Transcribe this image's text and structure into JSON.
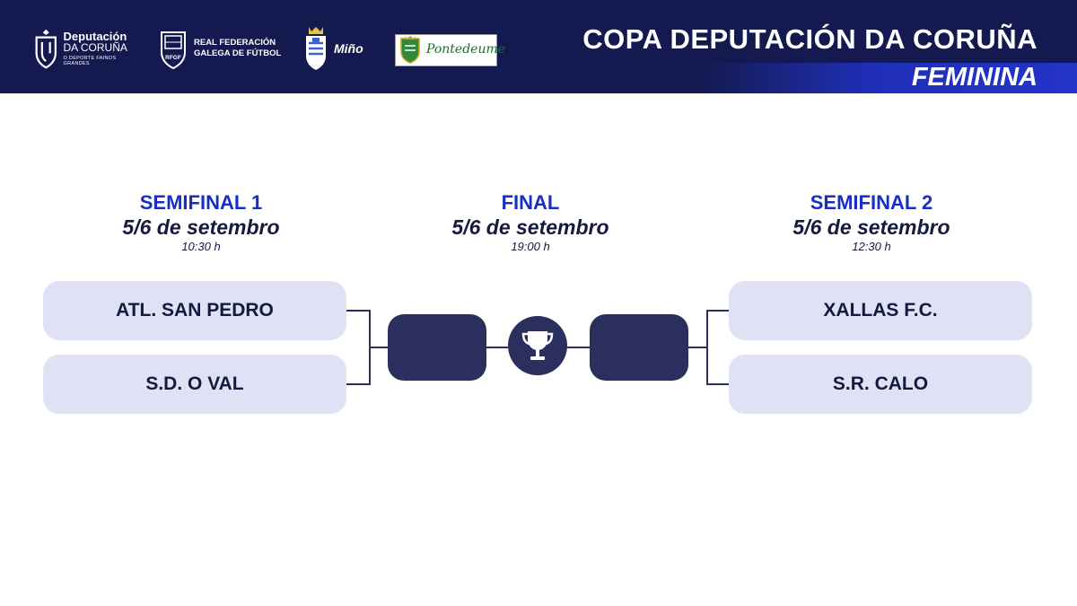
{
  "header": {
    "title": "COPA DEPUTACIÓN DA CORUÑA",
    "subtitle": "FEMININA",
    "logos": {
      "deputacion": {
        "line1": "Deputación",
        "line2": "DA CORUÑA",
        "tagline": "O DEPORTE FAINOS GRANDES"
      },
      "rfgf": {
        "badge": "RFGF",
        "line1": "REAL FEDERACIÓN",
        "line2": "GALEGA DE FÚTBOL"
      },
      "mino": {
        "word": "Miño"
      },
      "pontedeume": {
        "word": "Pontedeume"
      }
    }
  },
  "semifinal1": {
    "stage": "SEMIFINAL 1",
    "date": "5/6 de setembro",
    "time": "10:30 h",
    "team_a": "ATL. SAN PEDRO",
    "team_b": "S.D. O VAL"
  },
  "final": {
    "stage": "FINAL",
    "date": "5/6 de setembro",
    "time": "19:00 h"
  },
  "semifinal2": {
    "stage": "SEMIFINAL 2",
    "date": "5/6 de setembro",
    "time": "12:30 h",
    "team_a": "XALLAS F.C.",
    "team_b": "S.R. CALO"
  },
  "colors": {
    "header_bg": "#141a4f",
    "stage_blue": "#1a2fc0",
    "team_box": "#dfe1f5",
    "dark_slot": "#2b2f5e"
  },
  "icons": [
    "shield-icon",
    "rfgf-crest-icon",
    "mino-crest-icon",
    "pontedeume-crest-icon",
    "trophy-icon"
  ]
}
